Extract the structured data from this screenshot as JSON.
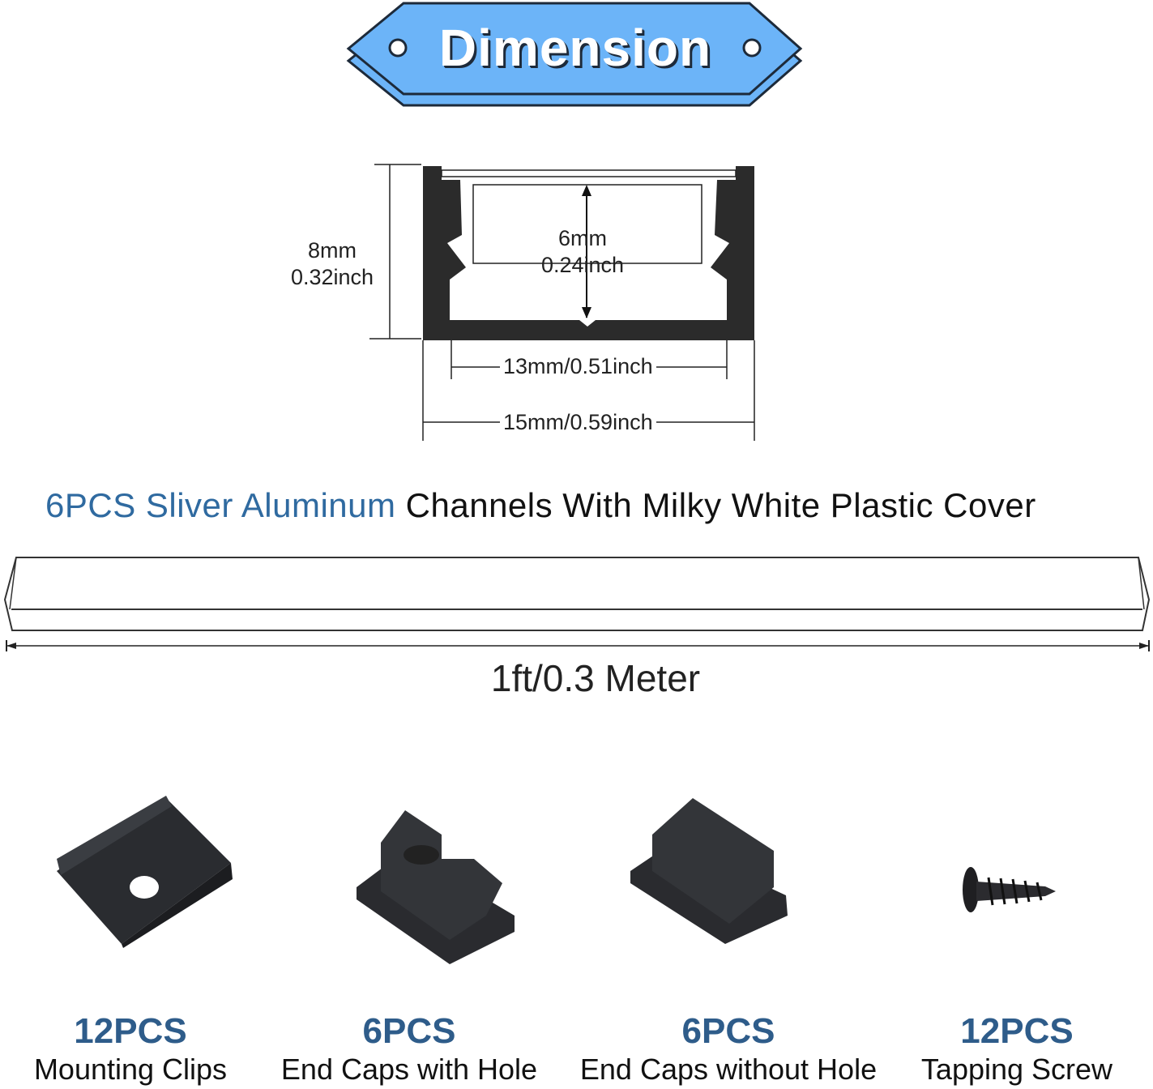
{
  "banner": {
    "title": "Dimension",
    "color": "#6cb4f8"
  },
  "profile": {
    "height_label": "8mm",
    "height_label_inch": "0.32inch",
    "inner_height_label": "6mm",
    "inner_height_label_inch": "0.24inch",
    "inner_width_label": "13mm/0.51inch",
    "outer_width_label": "15mm/0.59inch"
  },
  "subtitle": {
    "highlight": "6PCS Sliver Aluminum",
    "rest": "Channels With Milky White Plastic Cover"
  },
  "channel": {
    "length_label": "1ft/0.3 Meter"
  },
  "items": [
    {
      "qty": "12PCS",
      "name": "Mounting Clips"
    },
    {
      "qty": "6PCS",
      "name": "End Caps with Hole"
    },
    {
      "qty": "6PCS",
      "name": "End Caps without Hole"
    },
    {
      "qty": "12PCS",
      "name": "Tapping Screw"
    }
  ]
}
